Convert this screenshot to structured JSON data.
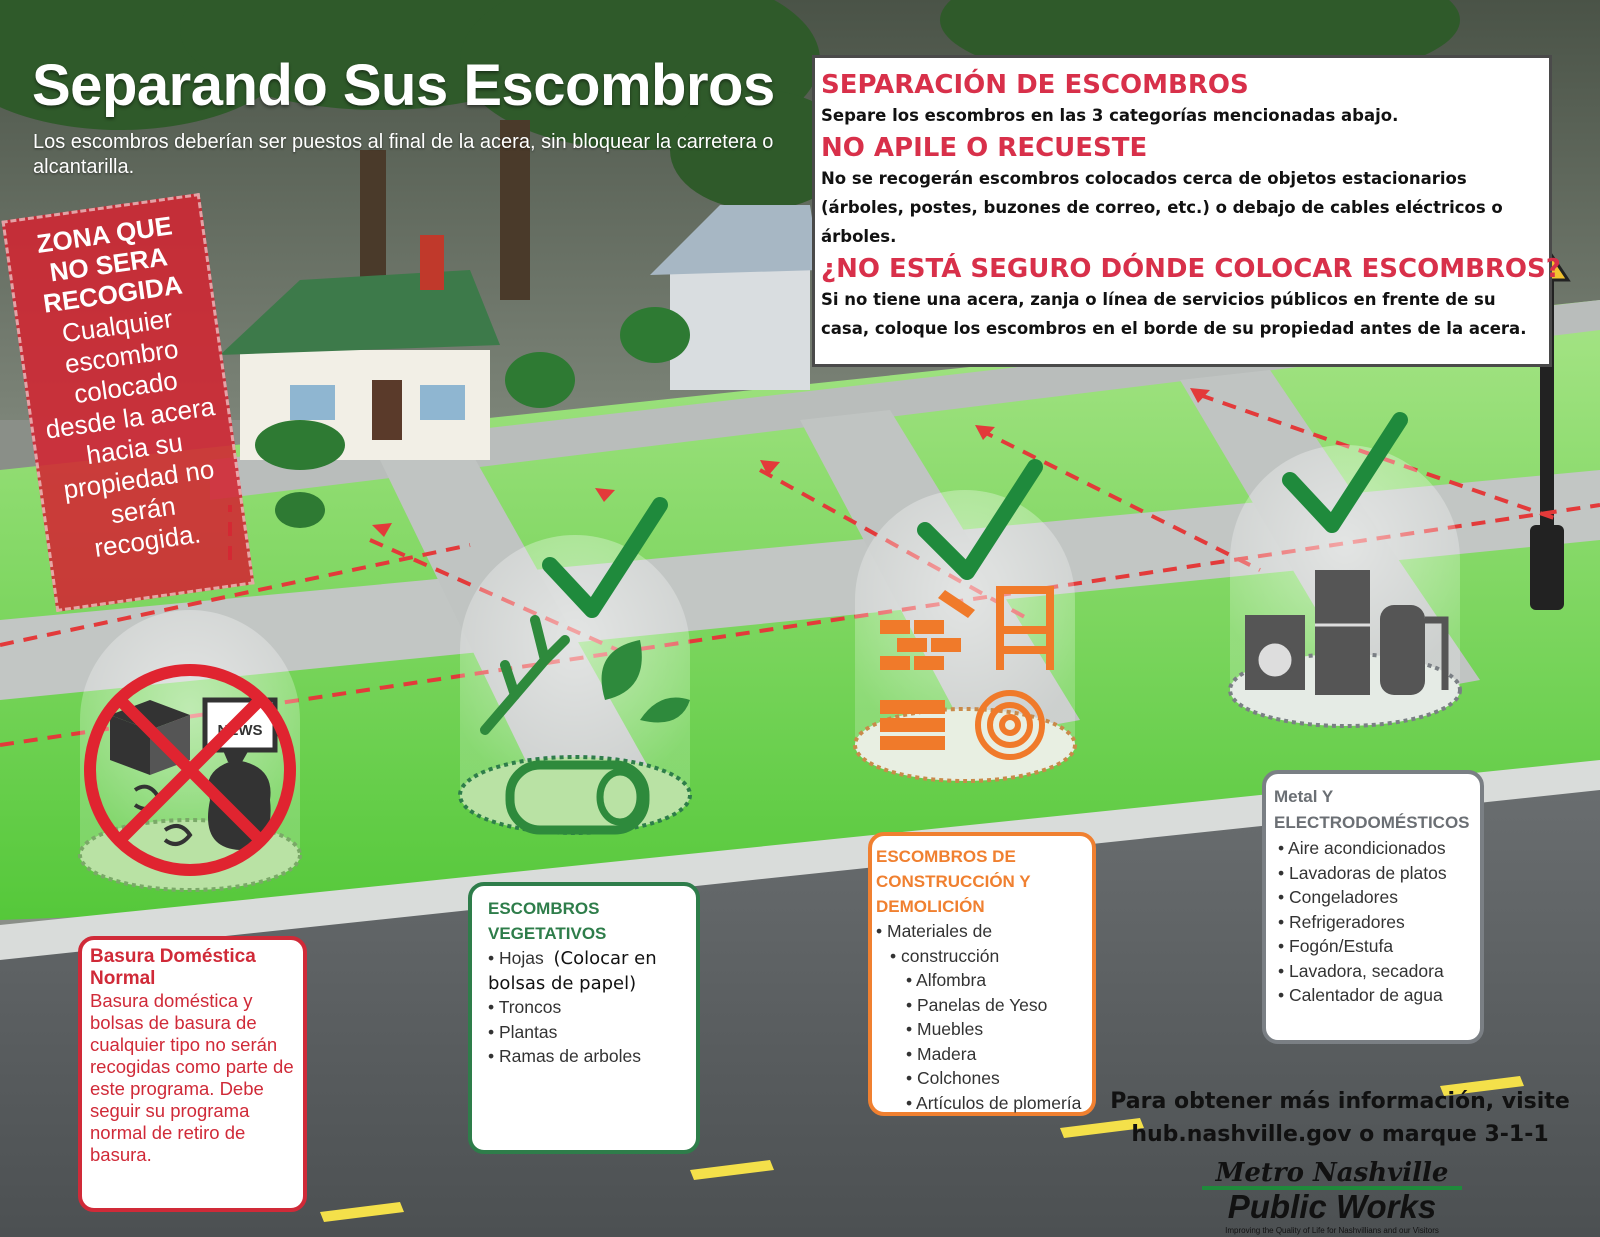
{
  "title": "Separando Sus Escombros",
  "subtitle": "Los escombros deberían ser puestos al final de la acera, sin bloquear la carretera o alcantarilla.",
  "info": {
    "heading1": "SEPARACIÓN DE ESCOMBROS",
    "text1": "Separe los escombros en las 3 categorías mencionadas abajo.",
    "heading2": "NO APILE O RECUESTE",
    "text2": "No se recogerán escombros colocados cerca de objetos estacionarios (árboles, postes, buzones de correo, etc.) o debajo de cables eléctricos o árboles.",
    "heading3": "¿NO ESTÁ SEGURO DÓNDE COLOCAR ESCOMBROS?",
    "text3": "Si no tiene una acera, zanja o línea de servicios públicos en frente de su casa, coloque los escombros en el borde de su propiedad antes de la acera."
  },
  "zone": {
    "heading": "ZONA QUE NO SERA RECOGIDA",
    "text": "Cualquier escombro colocado desde la acera hacia su propiedad no serán recogida."
  },
  "household": {
    "title": "Basura Doméstica Normal",
    "text": "Basura doméstica y bolsas de basura de cualquier tipo no serán recogidas como parte de este programa. Debe seguir su programa normal de retiro de basura.",
    "sign_label": "NEWS"
  },
  "vegetative": {
    "title_line1": "ESCOMBROS",
    "title_line2": "VEGETATIVOS",
    "item_leaves": "Hojas",
    "leaves_note": "(Colocar en bolsas de papel)",
    "items": [
      "Troncos",
      "Plantas",
      "Ramas de arboles"
    ]
  },
  "construction": {
    "title_line1": "ESCOMBROS DE",
    "title_line2": "CONSTRUCCIÓN Y",
    "title_line3": "DEMOLICIÓN",
    "item_main_1": "Materiales de",
    "item_main_2": "construcción",
    "items": [
      "Alfombra",
      "Panelas de Yeso",
      "Muebles",
      "Madera",
      "Colchones",
      "Artículos de plomería"
    ]
  },
  "appliances": {
    "title_line1": "Metal Y",
    "title_line2": "ELECTRODOMÉSTICOS",
    "items": [
      "Aire acondicionados",
      "Lavadoras de platos",
      "Congeladores",
      "Refrigeradores",
      "Fogón/Estufa",
      "Lavadora, secadora",
      "Calentador de agua"
    ]
  },
  "contact": {
    "line1": "Para obtener más información, visite",
    "line2": "hub.nashville.gov o marque 3-1-1"
  },
  "logo": {
    "line1": "Metro Nashville",
    "line2": "Public Works",
    "tagline": "Improving the Quality of Life for Nashvillians and our Visitors"
  },
  "colors": {
    "red": "#d02a38",
    "green": "#2e7d4a",
    "orange": "#f08030",
    "gray": "#7a7f84",
    "check": "#1f8a3c",
    "lawn": "#6fd64a",
    "road": "#5a5e60"
  },
  "icons": [
    "check-icon",
    "branch-icon",
    "leaf-icon",
    "log-icon",
    "bricks-icon",
    "chair-icon",
    "insulation-icon",
    "carpet-roll-icon",
    "washer-icon",
    "fridge-icon",
    "water-heater-icon",
    "no-symbol-icon",
    "box-icon",
    "trash-bag-icon",
    "newspaper-icon"
  ]
}
